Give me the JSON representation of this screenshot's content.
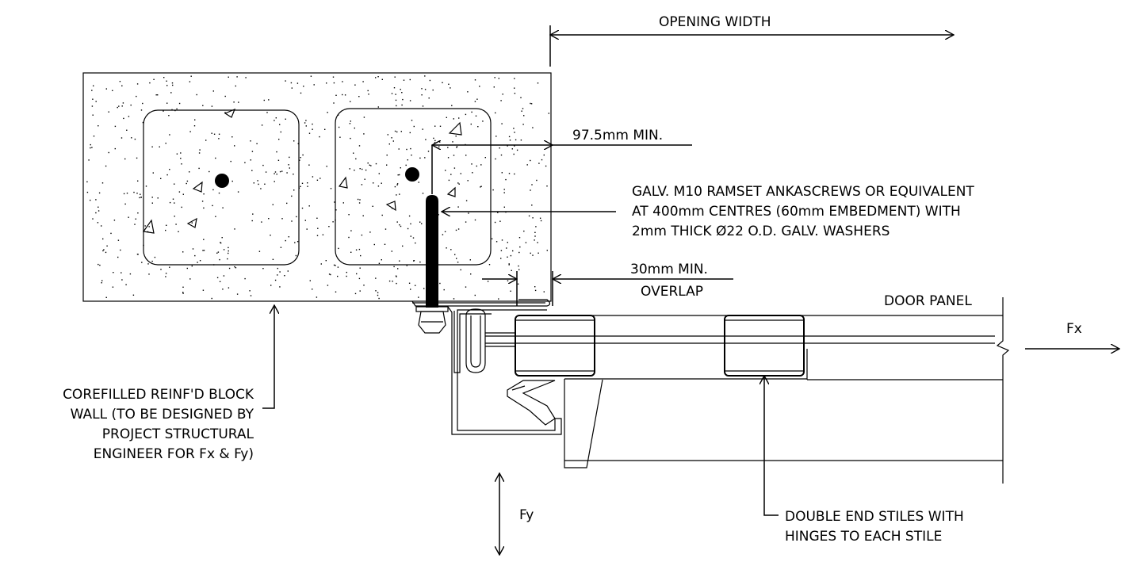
{
  "labels": {
    "opening_width": "OPENING WIDTH",
    "min_975": "97.5mm MIN.",
    "anchor_line1": "GALV. M10 RAMSET ANKASCREWS OR EQUIVALENT",
    "anchor_line2": "AT 400mm CENTRES (60mm EMBEDMENT) WITH",
    "anchor_line3": "2mm THICK Ø22 O.D. GALV. WASHERS",
    "min_30": "30mm MIN.",
    "overlap": "OVERLAP",
    "door_panel": "DOOR PANEL",
    "fx": "Fx",
    "fy": "Fy",
    "wall_line1": "COREFILLED REINF'D BLOCK",
    "wall_line2": "WALL (TO BE DESIGNED BY",
    "wall_line3": "PROJECT STRUCTURAL",
    "wall_line4": "ENGINEER FOR Fx & Fy)",
    "stile_line1": "DOUBLE END STILES WITH",
    "stile_line2": "HINGES TO EACH STILE"
  }
}
